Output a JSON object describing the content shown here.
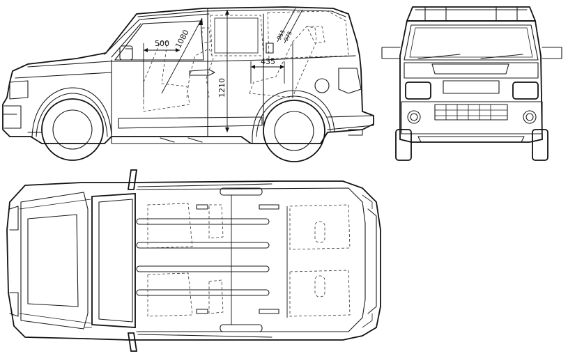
{
  "dimensions": {
    "d500": "500",
    "d1080": "1080",
    "d435": "435",
    "d1210": "1210",
    "d955": "955",
    "d975": "975"
  }
}
